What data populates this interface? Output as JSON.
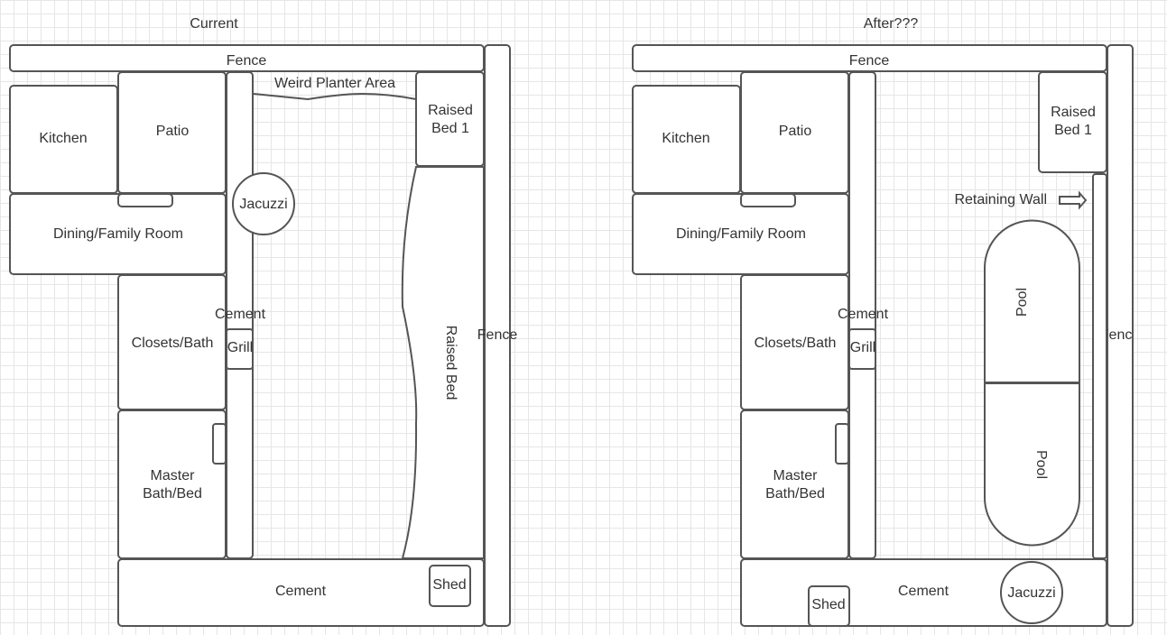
{
  "left": {
    "title": "Current",
    "fence_top": "Fence",
    "fence_side": "Fence",
    "kitchen": "Kitchen",
    "patio": "Patio",
    "dining": "Dining/Family Room",
    "closets": "Closets/Bath",
    "master_line1": "Master",
    "master_line2": "Bath/Bed",
    "cement_side": "Cement",
    "grill": "Grill",
    "jacuzzi": "Jacuzzi",
    "planter": "Weird Planter Area",
    "raised_bed1_line1": "Raised",
    "raised_bed1_line2": "Bed 1",
    "raised_bed": "Raised Bed",
    "cement_bottom": "Cement",
    "shed": "Shed"
  },
  "right": {
    "title": "After???",
    "fence_top": "Fence",
    "fence_side": "Fence",
    "kitchen": "Kitchen",
    "patio": "Patio",
    "dining": "Dining/Family Room",
    "closets": "Closets/Bath",
    "master_line1": "Master",
    "master_line2": "Bath/Bed",
    "cement_side": "Cement",
    "grill": "Grill",
    "raised_bed1_line1": "Raised",
    "raised_bed1_line2": "Bed 1",
    "retaining_wall": "Retaining Wall",
    "pool_top": "Pool",
    "pool_bottom": "Pool",
    "cement_bottom": "Cement",
    "shed": "Shed",
    "jacuzzi": "Jacuzzi"
  },
  "colors": {
    "stroke": "#555555",
    "grid": "#e6e6e6",
    "text": "#333333"
  }
}
